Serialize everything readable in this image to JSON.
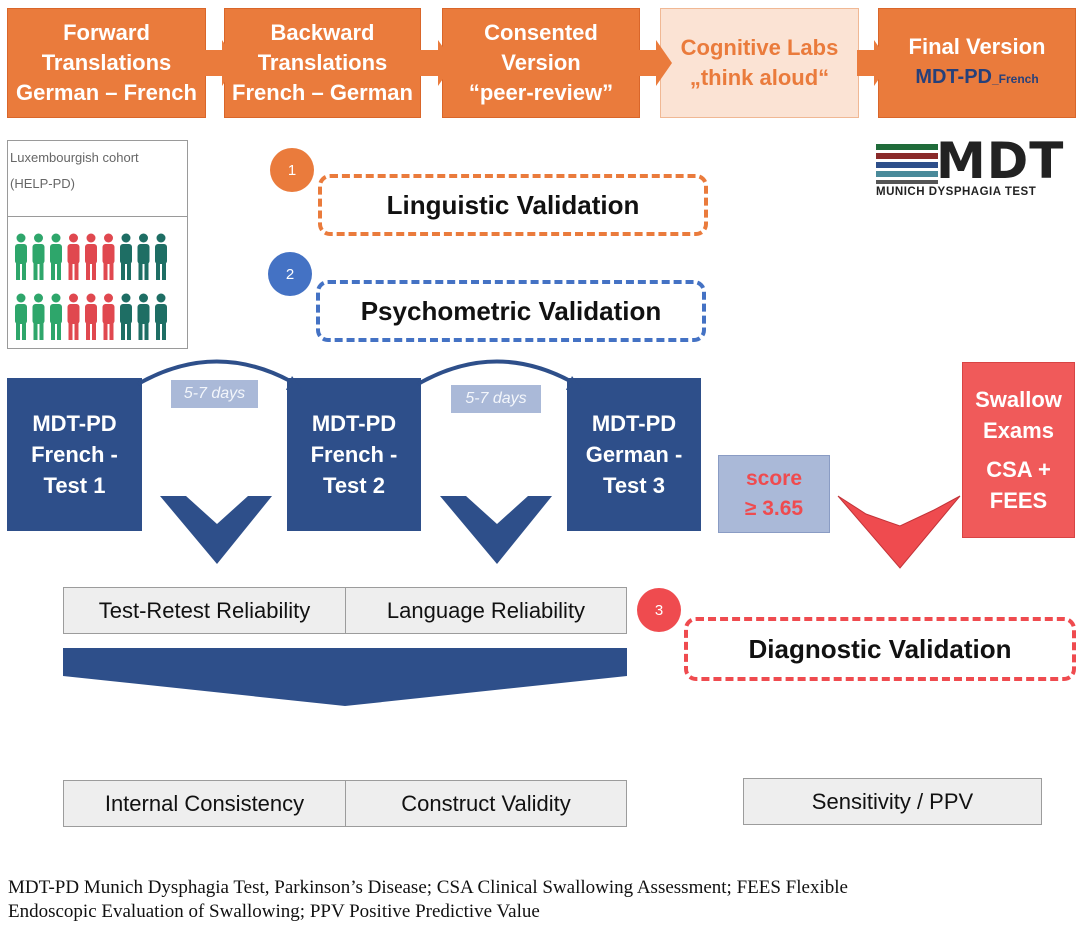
{
  "steps": [
    {
      "lines": [
        "Forward",
        "Translations",
        "German – French"
      ]
    },
    {
      "lines": [
        "Backward",
        "Translations",
        "French – German"
      ]
    },
    {
      "lines": [
        "Consented",
        "Version",
        "“peer-review”"
      ]
    },
    {
      "lines": [
        "Cognitive Labs",
        "„think aloud“"
      ]
    },
    {
      "lines": [
        "Final Version"
      ],
      "sub_main": "MDT-PD",
      "sub_small": "_French"
    }
  ],
  "logo": {
    "text": "MDT",
    "subtitle": "MUNICH DYSPHAGIA TEST",
    "stripe_colors": [
      "#1f6b3a",
      "#8a2a2a",
      "#2e4f8a",
      "#4a8a9a",
      "#555555"
    ]
  },
  "cohort": {
    "line1": "Luxembourgish cohort",
    "line2": "(HELP-PD)",
    "person_colors": [
      "#2ea66b",
      "#2ea66b",
      "#2ea66b",
      "#e0484f",
      "#e0484f",
      "#e0484f",
      "#1e6e64",
      "#1e6e64",
      "#1e6e64"
    ]
  },
  "validations": {
    "linguistic": {
      "number": "1",
      "label": "Linguistic Validation",
      "color": "#ea7b3c"
    },
    "psychometric": {
      "number": "2",
      "label": "Psychometric Validation",
      "color": "#4472c4"
    },
    "diagnostic": {
      "number": "3",
      "label": "Diagnostic Validation",
      "color": "#ef4b4f"
    }
  },
  "tests": [
    {
      "lines": [
        "MDT-PD",
        "French -",
        "Test 1"
      ]
    },
    {
      "lines": [
        "MDT-PD",
        "French -",
        "Test 2"
      ]
    },
    {
      "lines": [
        "MDT-PD",
        "German -",
        "Test 3"
      ]
    }
  ],
  "intervals": [
    "5-7 days",
    "5-7 days"
  ],
  "score": {
    "line1": "score",
    "line2": "≥ 3.65"
  },
  "swallow": {
    "lines": [
      "Swallow",
      "Exams",
      "CSA +",
      "FEES"
    ]
  },
  "outcomes": {
    "test_retest": "Test-Retest Reliability",
    "language": "Language Reliability",
    "internal": "Internal Consistency",
    "construct": "Construct Validity",
    "sensitivity": "Sensitivity / PPV"
  },
  "caption": {
    "line1": "MDT-PD Munich Dysphagia Test, Parkinson’s Disease; CSA Clinical Swallowing Assessment; FEES Flexible",
    "line2": "Endoscopic Evaluation of Swallowing; PPV Positive Predictive Value"
  }
}
